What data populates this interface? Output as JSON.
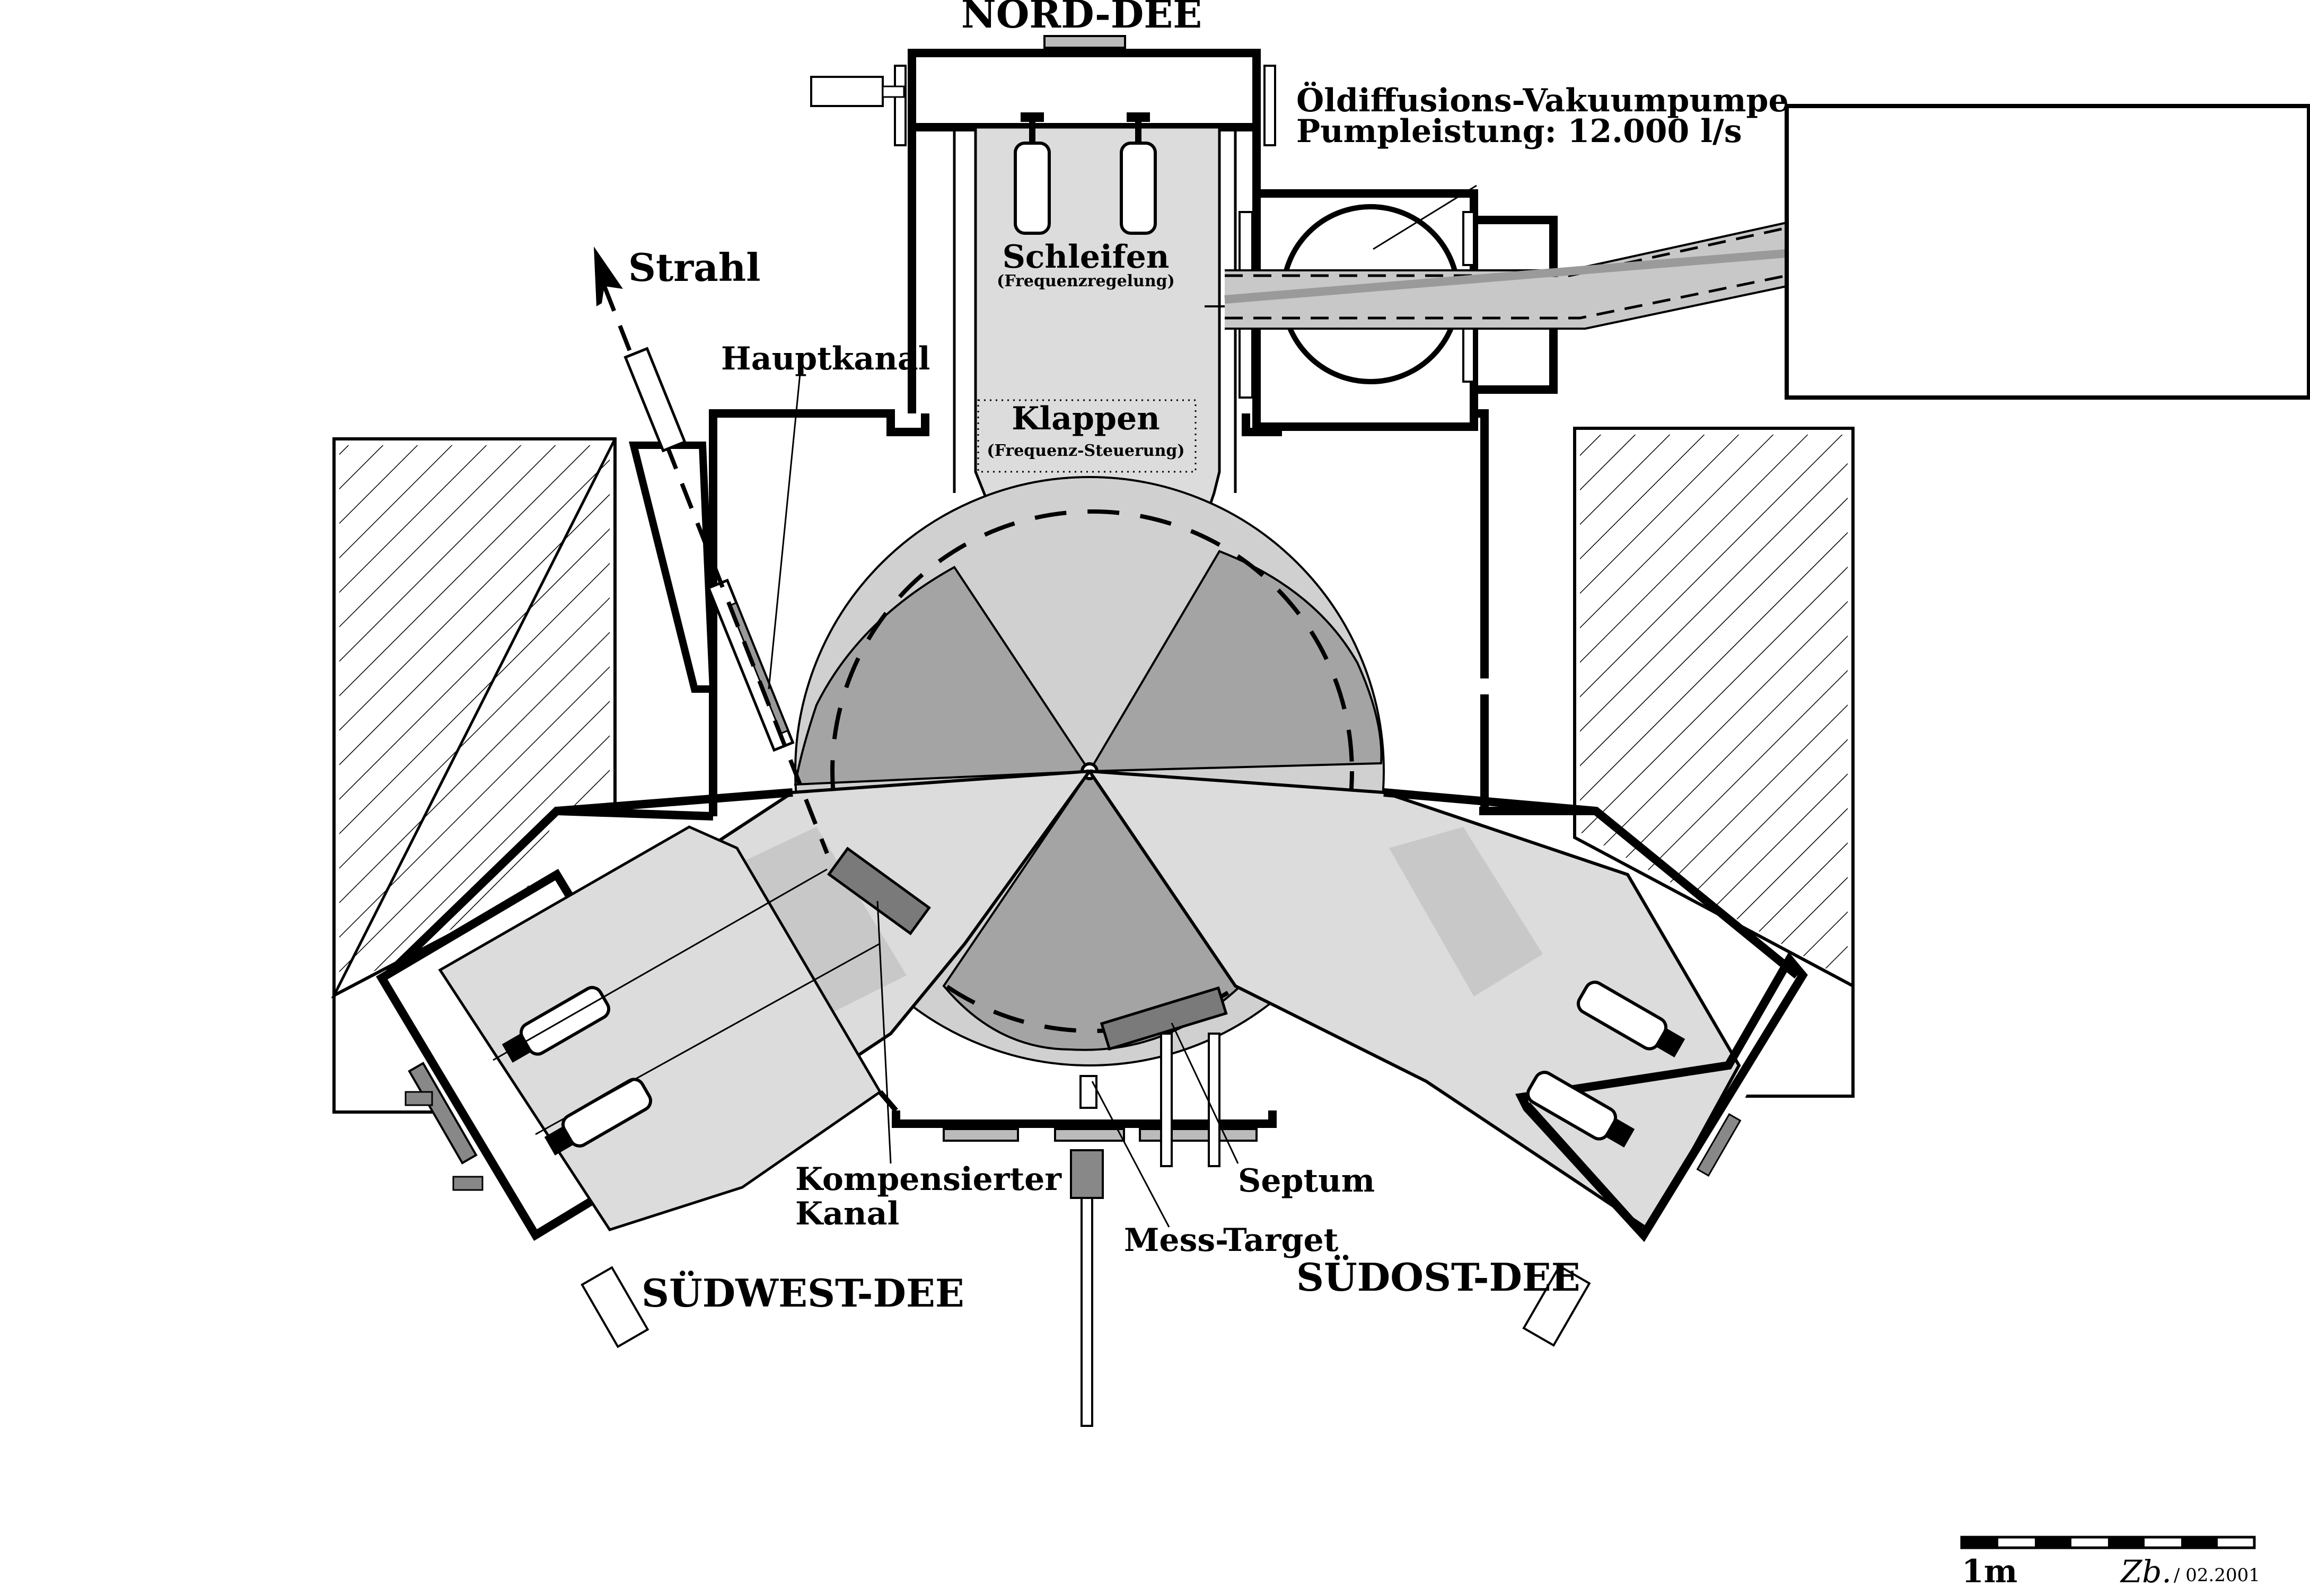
{
  "labels": {
    "nord_dee": "NORD-DEE",
    "suedwest_dee": "SÜDWEST-DEE",
    "suedost_dee": "SÜDOST-DEE",
    "strahl": "Strahl",
    "hauptkanal": "Hauptkanal",
    "pump_line1": "Öldiffusions-Vakuumpumpe",
    "pump_line2": "Pumpleistung: 12.000 l/s",
    "schleifen": "Schleifen",
    "schleifen_sub": "(Frequenzregelung)",
    "klappen": "Klappen",
    "klappen_sub": "(Frequenz-Steuerung)",
    "kompensierter_line1": "Kompensierter",
    "kompensierter_line2": "Kanal",
    "septum": "Septum",
    "mess_target": "Mess-Target"
  },
  "scale": {
    "label": "1m",
    "signature": "Zb.",
    "date": "/ 02.2001"
  },
  "colors": {
    "outline": "#000000",
    "dee_light": "#dcdcdc",
    "sector_dark": "#a4a4a4",
    "component_dark": "#6f6f6f",
    "background": "#ffffff"
  }
}
